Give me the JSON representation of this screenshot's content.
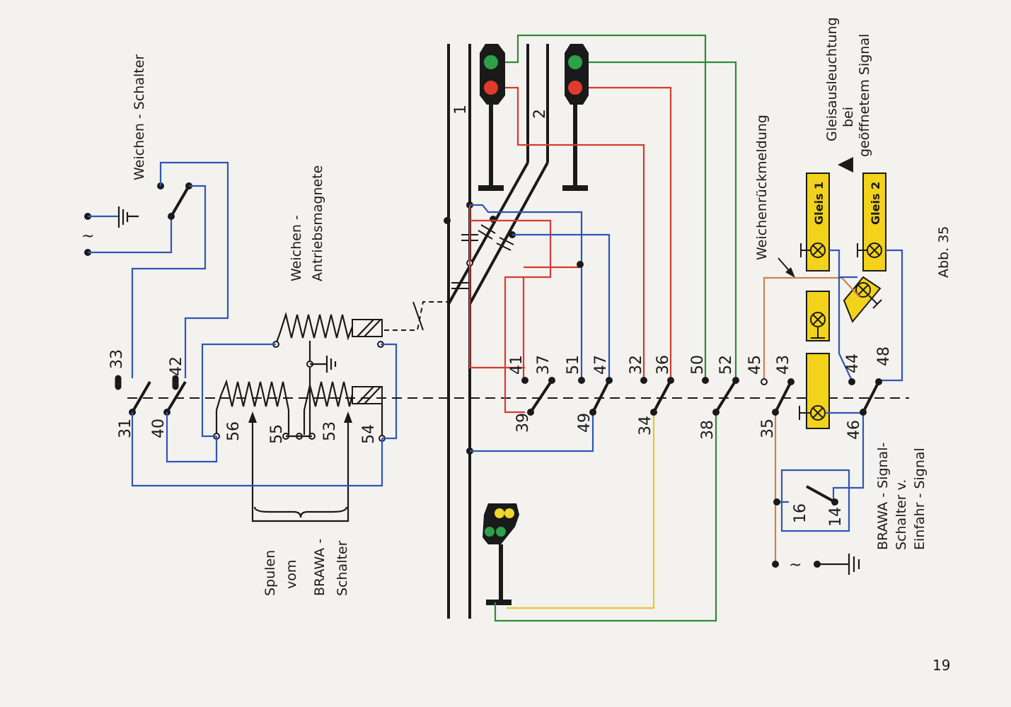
{
  "labels": {
    "weichen_schalter": "Weichen - Schalter",
    "weichen": "Weichen -",
    "antriebsmagnete": "Antriebsmagnete",
    "spulen_1": "Spulen",
    "spulen_2": "vom",
    "spulen_3": "BRAWA -",
    "spulen_4": "Schalter",
    "ac_symbol": "~",
    "track_1": "1",
    "track_2": "2",
    "weichenrueckmeldung": "Weichenrückmeldung",
    "gleis_1": "Gleisausleuchtung",
    "gleis_2": "bei",
    "gleis_3": "geöffnetem Signal",
    "lamp_gleis1": "Gleis 1",
    "lamp_gleis2": "Gleis 2",
    "abb": "Abb. 35",
    "brawa_1": "BRAWA - Signal-",
    "brawa_2": "Schalter  v.",
    "brawa_3": "Einfahr - Signal",
    "page_number": "19"
  },
  "terminals": {
    "t33": "33",
    "t31": "31",
    "t42": "42",
    "t40": "40",
    "t56": "56",
    "t55": "55",
    "t53": "53",
    "t54": "54",
    "t41": "41",
    "t37": "37",
    "t39": "39",
    "t51": "51",
    "t47": "47",
    "t49": "49",
    "t32": "32",
    "t36": "36",
    "t34": "34",
    "t50": "50",
    "t52": "52",
    "t38": "38",
    "t45": "45",
    "t43": "43",
    "t35": "35",
    "t44": "44",
    "t48": "48",
    "t46": "46",
    "t16": "16",
    "t14": "14"
  },
  "colors": {
    "blue": "#2f56b5",
    "red": "#d63a2e",
    "green": "#2e8a3a",
    "yellow": "#e2c736",
    "brown": "#c98450",
    "lamp_box": "#f2d21b"
  }
}
